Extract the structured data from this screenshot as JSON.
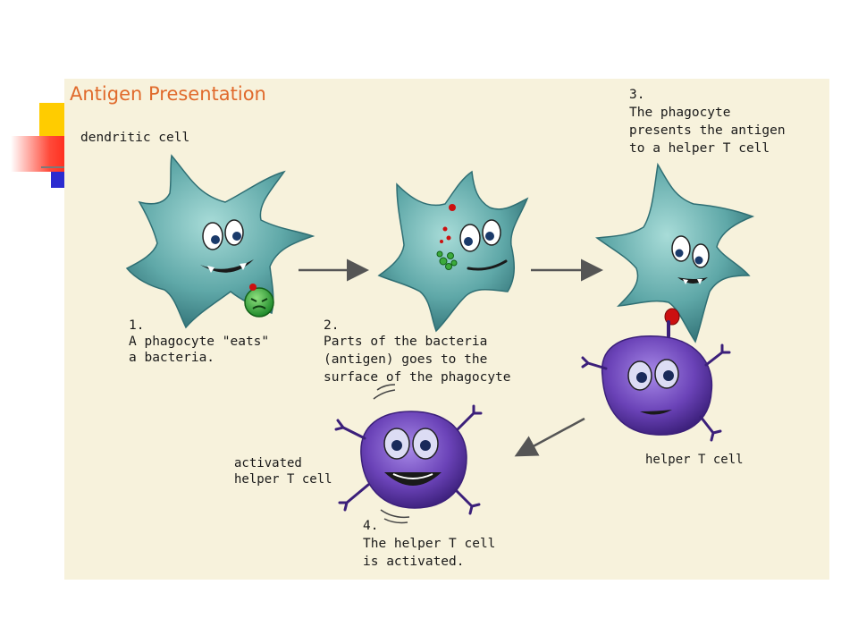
{
  "colors": {
    "panel_background": "#f7f2dc",
    "title": "#e06a2c",
    "dendritic_cell": "#5fa8a8",
    "helper_t_cell": "#6b43b8",
    "bacteria": "#3caa3c",
    "antigen": "#cc1010",
    "arrow": "#555555"
  },
  "diagram": {
    "title": "Antigen Presentation",
    "dendritic_cell_label": "dendritic cell",
    "steps": [
      {
        "number": "1.",
        "lines": [
          "A phagocyte \"eats\"",
          "a bacteria."
        ]
      },
      {
        "number": "2.",
        "lines": [
          "Parts of the bacteria",
          "(antigen) goes to the",
          "surface of the phagocyte"
        ]
      },
      {
        "number": "3.",
        "lines": [
          "The phagocyte",
          "presents the antigen",
          "to a helper T cell"
        ]
      },
      {
        "number": "4.",
        "lines": [
          "The helper T cell",
          "is activated."
        ]
      }
    ],
    "helper_t_cell_label": "helper T cell",
    "activated_label_lines": [
      "activated",
      "helper T cell"
    ]
  }
}
